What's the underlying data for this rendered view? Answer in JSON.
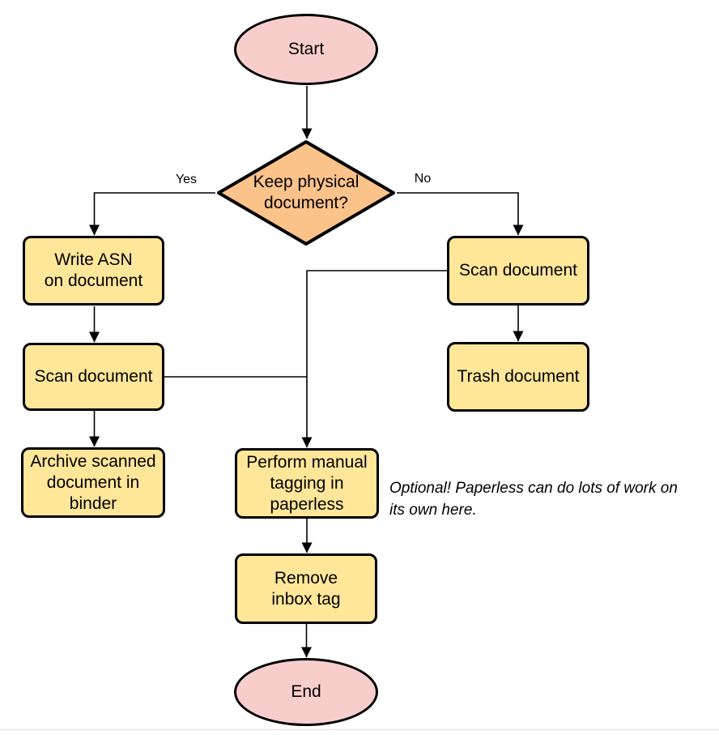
{
  "colors": {
    "background": "#FFFFFF",
    "terminal_fill": "#F8CECC",
    "decision_fill": "#FBC28A",
    "process_fill": "#FFE699",
    "node_stroke": "#000000",
    "edge_stroke": "#000000",
    "text": "#000000",
    "divider": "#ECDADA"
  },
  "nodes": {
    "start": {
      "type": "terminal",
      "label": "Start"
    },
    "decision": {
      "type": "decision",
      "label": "Keep physical\ndocument?"
    },
    "write_asn": {
      "type": "process",
      "label": "Write ASN\non document"
    },
    "scan_left": {
      "type": "process",
      "label": "Scan document"
    },
    "archive": {
      "type": "process",
      "label": "Archive scanned\ndocument in\nbinder"
    },
    "scan_right": {
      "type": "process",
      "label": "Scan document"
    },
    "trash": {
      "type": "process",
      "label": "Trash document"
    },
    "tagging": {
      "type": "process",
      "label": "Perform manual\ntagging in\npaperless"
    },
    "remove_inbox": {
      "type": "process",
      "label": "Remove\ninbox tag"
    },
    "end": {
      "type": "terminal",
      "label": "End"
    }
  },
  "edge_labels": {
    "yes": "Yes",
    "no": "No"
  },
  "edges": [
    {
      "from": "start",
      "to": "decision",
      "label": ""
    },
    {
      "from": "decision",
      "to": "write_asn",
      "label": "Yes"
    },
    {
      "from": "decision",
      "to": "scan_right",
      "label": "No"
    },
    {
      "from": "write_asn",
      "to": "scan_left",
      "label": ""
    },
    {
      "from": "scan_left",
      "to": "archive",
      "label": ""
    },
    {
      "from": "scan_right",
      "to": "trash",
      "label": ""
    },
    {
      "from": "scan_left",
      "to": "tagging",
      "label": ""
    },
    {
      "from": "scan_right",
      "to": "tagging",
      "label": ""
    },
    {
      "from": "tagging",
      "to": "remove_inbox",
      "label": ""
    },
    {
      "from": "remove_inbox",
      "to": "end",
      "label": ""
    }
  ],
  "annotation": {
    "text": "Optional! Paperless can do lots of work on\nits own here."
  }
}
